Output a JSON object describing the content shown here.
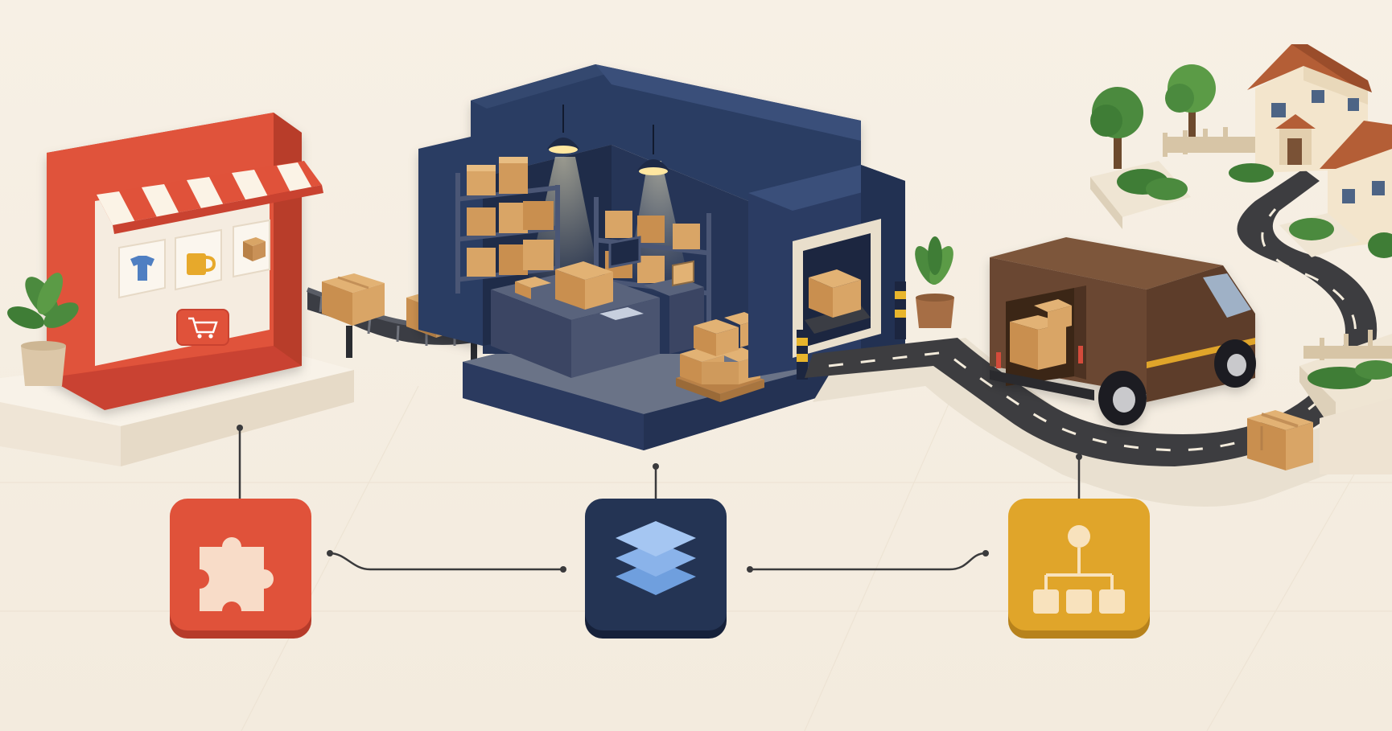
{
  "scene": {
    "stages": [
      {
        "id": "storefront",
        "icon": "puzzle-piece-icon",
        "accent": "#e0523a"
      },
      {
        "id": "warehouse",
        "icon": "layers-stack-icon",
        "accent": "#243454"
      },
      {
        "id": "delivery",
        "icon": "hierarchy-tree-icon",
        "accent": "#e0a52a"
      }
    ],
    "storefront_products": [
      "tshirt-icon",
      "mug-icon",
      "box-icon",
      "shopping-cart-icon"
    ],
    "colors": {
      "background": "#f6efe3",
      "store_red": "#e0523a",
      "warehouse_navy": "#2b3c63",
      "van_brown": "#6b4630",
      "box_tan": "#d9a566",
      "tile_gold": "#e0a52a",
      "road": "#3d3d40"
    }
  }
}
